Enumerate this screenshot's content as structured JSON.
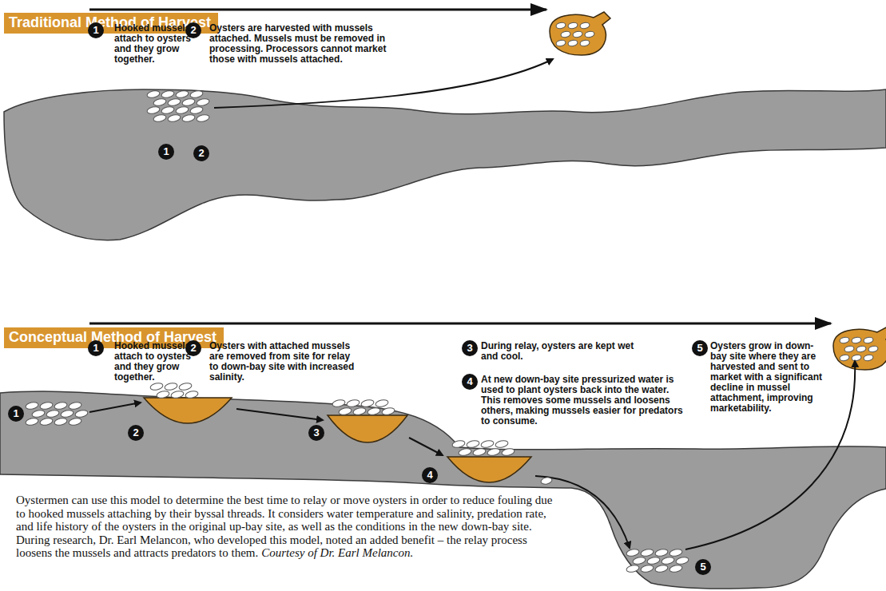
{
  "diagram": {
    "caption": "Oystermen can use this model to determine the best time to relay or move oysters in order to reduce fouling due to hooked mussels attaching by their byssal threads. It considers water temperature and salinity, predation rate, and life history of the oysters in the original up-bay site, as well as the conditions in the new down-bay site. During research, Dr. Earl Melancon, who developed this model, noted an added benefit – the relay process loosens the mussels and attracts predators to them.",
    "nodes": [
      {
        "text": [
          "Traditional Method of Harvest"
        ]
      },
      {
        "text": [
          "Conceptual Method of Harvest"
        ]
      }
    ],
    "labels": [
      "1",
      "Hooked mussels attach to oysters and they grow together.",
      "2",
      "Oysters are harvested with mussels attached. Mussels must be removed in processing. Processors cannot market those with mussels attached.",
      "1",
      "2",
      "1",
      "Hooked mussels attach to oysters and they grow together.",
      "2",
      "Oysters with attached mussels are removed from site for relay to down-bay site with increased salinity.",
      "3",
      "During relay, oysters are kept wet and cool.",
      "4",
      "At new down-bay site pressurized water is used to plant oysters back into the water. This removes some mussels and loosens others, making mussels easier for predators to consume.",
      "5",
      "Oysters grow in down-bay site where they are harvested and sent to market with a significant decline in mussel attachment, improving marketability.",
      "1",
      "2",
      "3",
      "4",
      "5",
      "Courtesy of Dr. Earl Melancon."
    ]
  }
}
